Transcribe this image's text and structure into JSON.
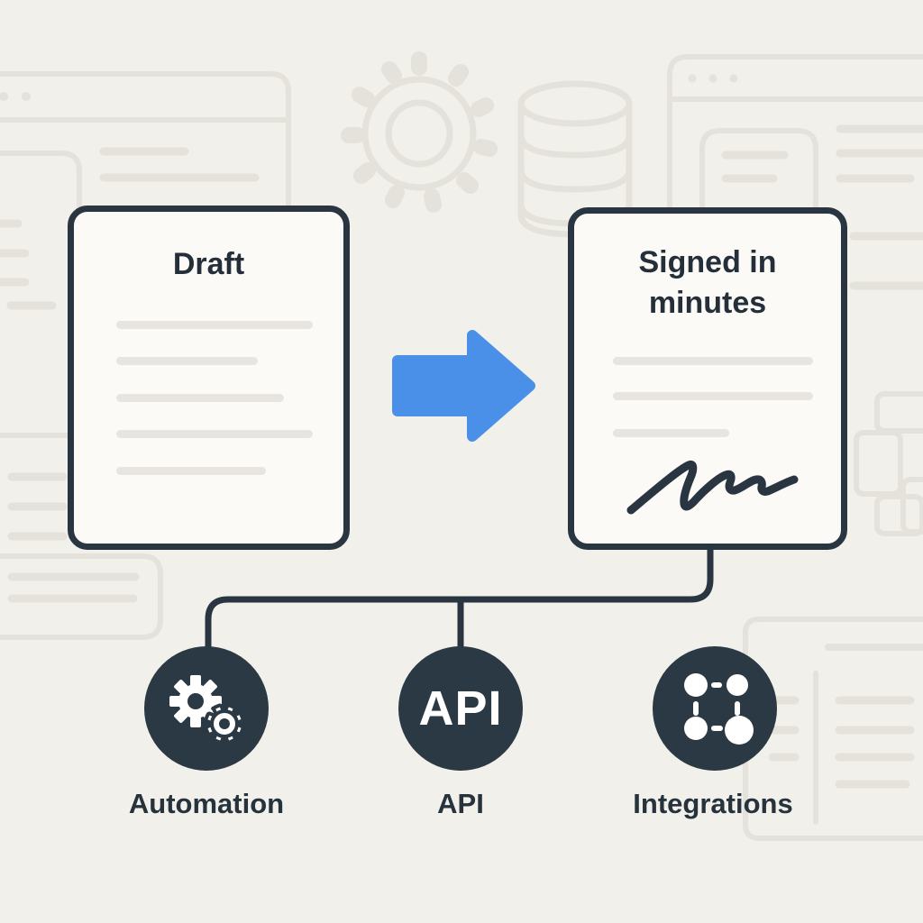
{
  "palette": {
    "background": "#f2f0ea",
    "wireframe": "#e5e2db",
    "card_fill": "#fbfaf7",
    "ink": "#293540",
    "placeholder_gray": "#e8e5e0",
    "arrow_blue": "#4a90e8",
    "icon_white": "#ffffff"
  },
  "left_card": {
    "title": "Draft",
    "placeholder_line_widths": [
      218,
      157,
      186,
      218,
      166
    ]
  },
  "right_card": {
    "title_line1": "Signed in",
    "title_line2": "minutes",
    "placeholder_line_widths": [
      222,
      222,
      129
    ],
    "signature": "handwritten-signature"
  },
  "arrow": {
    "direction": "right",
    "color": "#4a90e8"
  },
  "nodes": [
    {
      "id": "automation",
      "label": "Automation",
      "icon": "gears-icon"
    },
    {
      "id": "api",
      "label": "API",
      "icon": "api-letters",
      "badge_text": "API"
    },
    {
      "id": "integrations",
      "label": "Integrations",
      "icon": "integration-nodes-icon"
    }
  ],
  "background_icons": [
    "browser-window-wireframe-top-left",
    "gear-wireframe",
    "database-wireframe",
    "browser-window-wireframe-top-right",
    "document-panel-wireframe-left",
    "squares-cluster-wireframe-right",
    "browser-window-wireframe-bottom-right"
  ]
}
